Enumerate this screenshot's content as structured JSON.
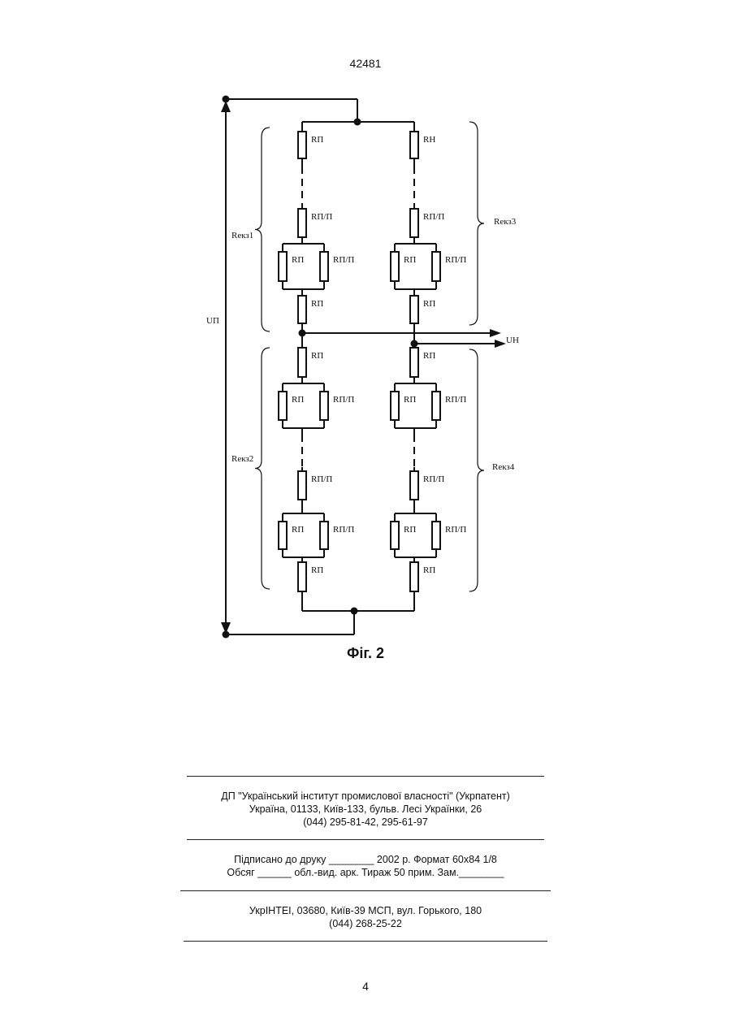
{
  "page": {
    "number_top": "42481",
    "number_bottom": "4"
  },
  "figure": {
    "caption": "Фіг. 2",
    "supply_label": "UП",
    "output_label": "UН",
    "arm_labels": {
      "upper_left": "Rекз1",
      "upper_right": "Rекз3",
      "lower_left": "Rекз2",
      "lower_right": "Rекз4"
    },
    "resistor_labels": {
      "rp": "RП",
      "rn": "RН",
      "rpp": "RП/П"
    }
  },
  "imprint": {
    "block1": {
      "line1": "ДП \"Український інститут промислової власності\" (Укрпатент)",
      "line2": "Україна, 01133, Київ-133, бульв. Лесі Українки, 26",
      "line3": "(044) 295-81-42, 295-61-97"
    },
    "block2": {
      "line1": "Підписано до друку ________ 2002 р.     Формат 60х84 1/8",
      "line2": "Обсяг ______ обл.-вид. арк.   Тираж 50 прим.     Зам.________"
    },
    "block3": {
      "line1": "УкрІНТЕІ, 03680, Київ-39 МСП, вул. Горького, 180",
      "line2": "(044) 268-25-22"
    }
  }
}
